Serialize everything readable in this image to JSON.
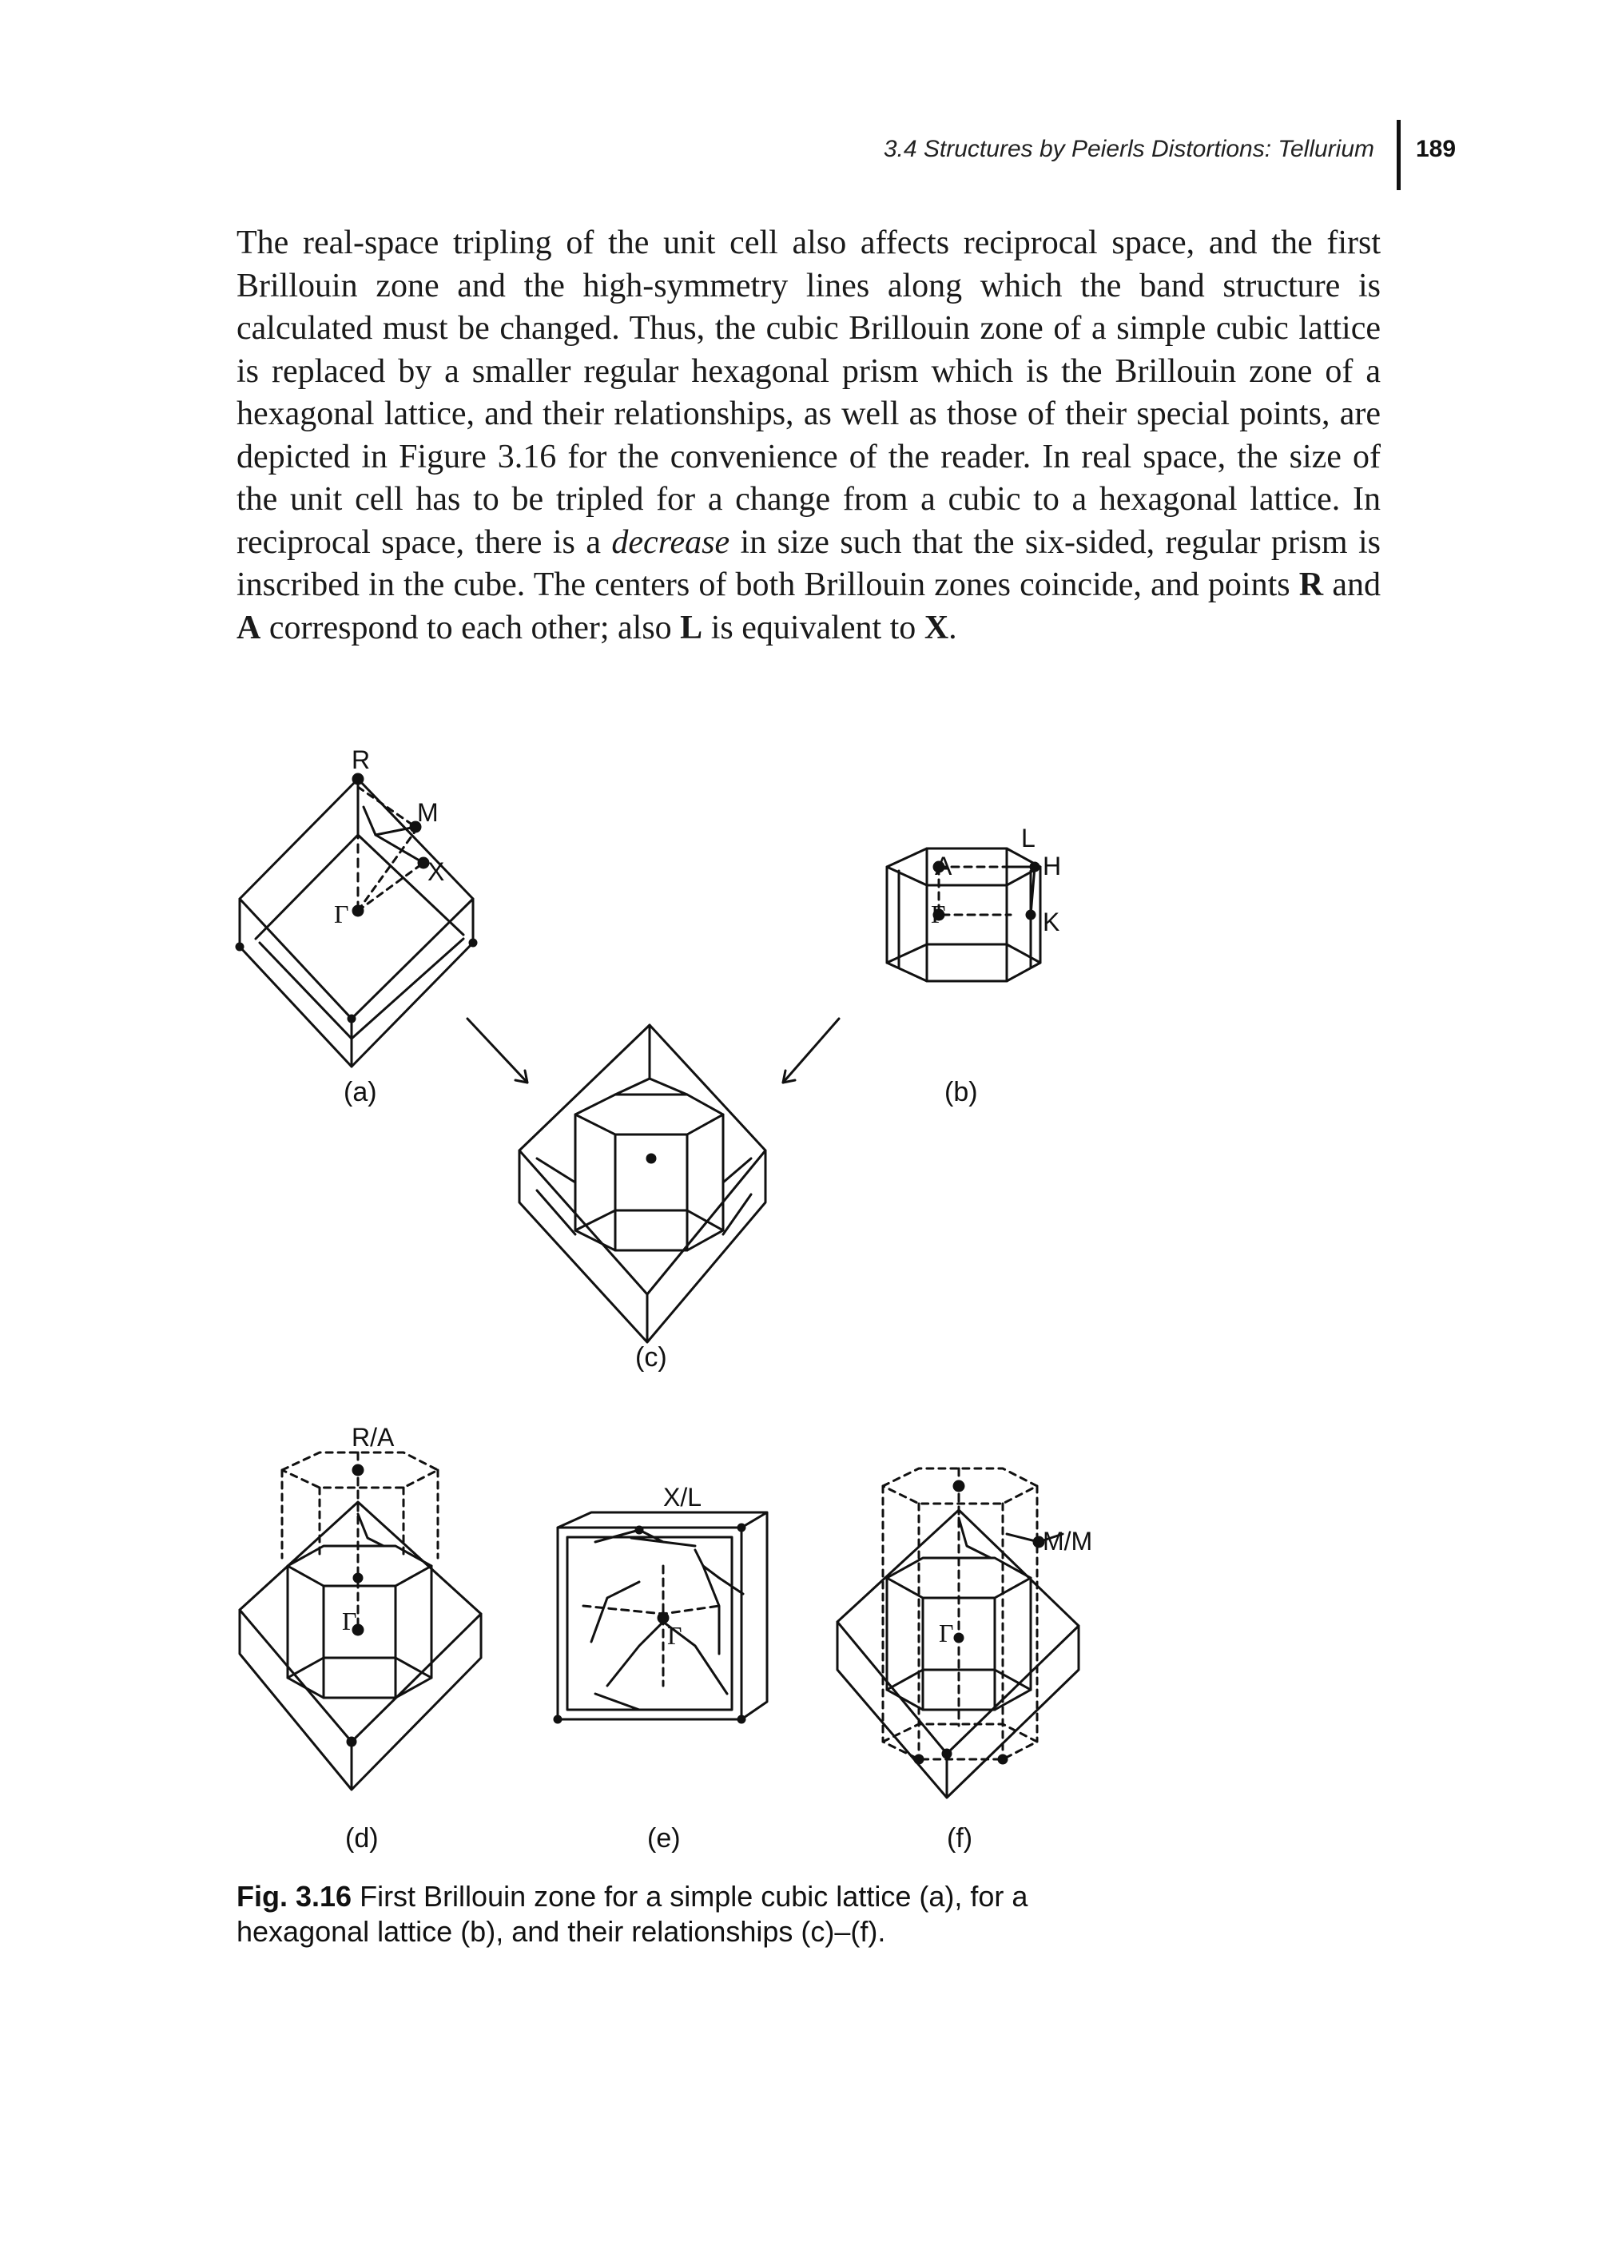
{
  "header": {
    "running_head": "3.4 Structures by Peierls Distortions: Tellurium",
    "page_number": "189"
  },
  "body": {
    "p1": "The real-space tripling of the unit cell also affects reciprocal space, and the first Brillouin zone and the high-symmetry lines along which the band structure is calculated must be changed. Thus, the cubic Brillouin zone of a simple cubic lattice is replaced by a smaller regular hexagonal prism which is the Brillouin zone of a hexagonal lattice, and their relationships, as well as those of their special points, are depicted in Figure 3.16 for the convenience of the reader. In real space, the size of the unit cell has to be tripled for a change from a cubic to a hexagonal lattice. In reciprocal space, there is a ",
    "p1_italic": "decrease",
    "p1b": " in size such that the six-sided, regular prism is inscribed in the cube. The centers of both Brillouin zones coincide, and points ",
    "R": "R",
    "and": " and ",
    "A": "A",
    "p1c": " correspond to each other; also ",
    "L": "L",
    "equiv": " is equivalent to ",
    "X": "X",
    "end": "."
  },
  "figure": {
    "panel_labels": {
      "a": "(a)",
      "b": "(b)",
      "c": "(c)",
      "d": "(d)",
      "e": "(e)",
      "f": "(f)"
    },
    "points": {
      "R": "R",
      "M": "M",
      "X": "X",
      "Gamma": "Γ",
      "L": "L",
      "A": "A",
      "H": "H",
      "K": "K",
      "RA": "R/A",
      "XL": "X/L",
      "MM": "M/M"
    }
  },
  "caption": {
    "number": "Fig. 3.16",
    "text": "First Brillouin zone for a simple cubic lattice (a), for a hexagonal lattice (b), and their relationships (c)–(f)."
  }
}
